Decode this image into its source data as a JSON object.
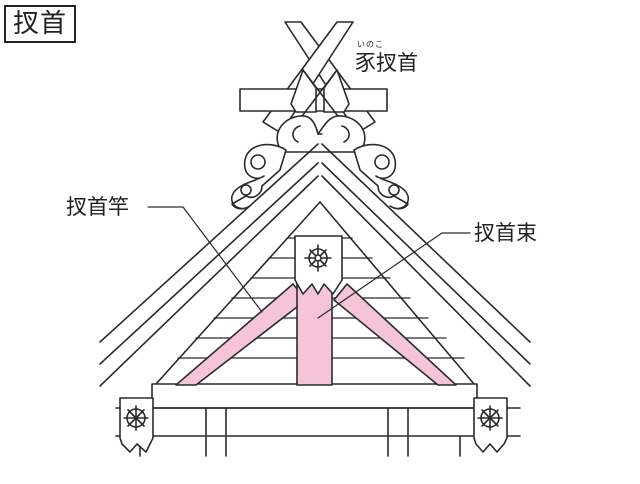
{
  "title": "扠首",
  "labels": {
    "inoko": "豕扠首",
    "inoko_reading": "いのこ",
    "sao": "扠首竿",
    "tsuka": "扠首束"
  },
  "colors": {
    "line": "#2b2b2b",
    "highlight": "#f6c4d9",
    "background": "#ffffff"
  },
  "icons": [
    "gegyo-ornament-icon",
    "crossed-rafters-icon",
    "scroll-ornament-icon"
  ]
}
